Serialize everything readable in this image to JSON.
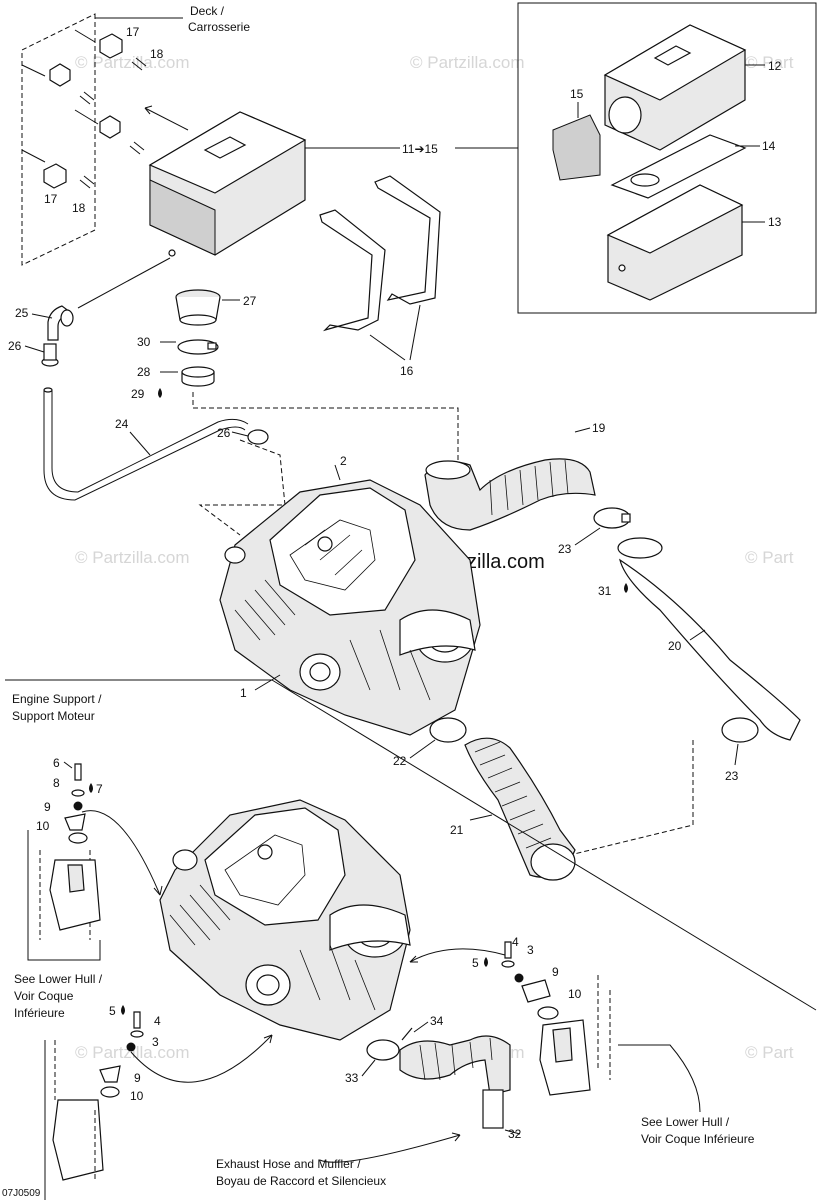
{
  "watermark": {
    "main": "© Partzilla.com",
    "faint": "© Partzilla.com",
    "faint_short": "© Part"
  },
  "figure_code": "07J0509",
  "section_labels": {
    "deck_line1": "Deck /",
    "deck_line2": "Carrosserie",
    "engine_support_line1": "Engine Support /",
    "engine_support_line2": "Support Moteur",
    "lower_hull_left_line1": "See Lower Hull /",
    "lower_hull_left_line2": "Voir Coque",
    "lower_hull_left_line3": "Inférieure",
    "lower_hull_right_line1": "See Lower Hull /",
    "lower_hull_right_line2": "Voir Coque Inférieure",
    "exhaust_line1": "Exhaust Hose and Muffler /",
    "exhaust_line2": "Boyau de Raccord et Silencieux"
  },
  "callouts": {
    "range_11_15": "11➔15",
    "p1": "1",
    "p2": "2",
    "p3": "3",
    "p4": "4",
    "p5": "5",
    "p6": "6",
    "p7": "7",
    "p8": "8",
    "p9": "9",
    "p10": "10",
    "p12": "12",
    "p13": "13",
    "p14": "14",
    "p15": "15",
    "p16": "16",
    "p17": "17",
    "p18": "18",
    "p19": "19",
    "p20": "20",
    "p21": "21",
    "p22": "22",
    "p23": "23",
    "p24": "24",
    "p25": "25",
    "p26": "26",
    "p27": "27",
    "p28": "28",
    "p29": "29",
    "p30": "30",
    "p31": "31",
    "p32": "32",
    "p33": "33",
    "p34": "34"
  },
  "symbols": {
    "drop": "droplet-icon",
    "dot": "filled-dot-icon"
  }
}
